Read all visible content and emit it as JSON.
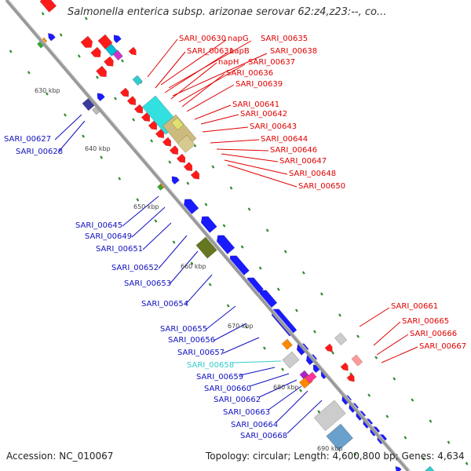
{
  "title": "Salmonella enterica subsp. arizonae serovar 62:z4,z23:--, co...",
  "footer": {
    "accession": "Accession: NC_010067",
    "summary": "Topology: circular; Length: 4,600,800 bp; Genes: 4,634"
  },
  "colors": {
    "forward_gene": "#ff1a1a",
    "reverse_gene": "#1a1aff",
    "highlight_gene": "#33cccc",
    "backbone": "#999999",
    "ticks": "#2e8b2e"
  },
  "tick_labels": [
    "630 kbp",
    "640 kbp",
    "650 kbp",
    "660 kbp",
    "670 kbp",
    "680 kbp",
    "690 kbp"
  ],
  "labels": [
    {
      "text": "SARI_00630",
      "color": "#e00000"
    },
    {
      "text": "napG",
      "color": "#e00000"
    },
    {
      "text": "SARI_00635",
      "color": "#e00000"
    },
    {
      "text": "SARI_00631",
      "color": "#e00000"
    },
    {
      "text": "napB",
      "color": "#e00000"
    },
    {
      "text": "SARI_00638",
      "color": "#e00000"
    },
    {
      "text": "napH",
      "color": "#e00000"
    },
    {
      "text": "SARI_00637",
      "color": "#e00000"
    },
    {
      "text": "SARI_00636",
      "color": "#e00000"
    },
    {
      "text": "SARI_00639",
      "color": "#e00000"
    },
    {
      "text": "SARI_00641",
      "color": "#e00000"
    },
    {
      "text": "SARI_00642",
      "color": "#e00000"
    },
    {
      "text": "SARI_00643",
      "color": "#e00000"
    },
    {
      "text": "SARI_00644",
      "color": "#e00000"
    },
    {
      "text": "SARI_00646",
      "color": "#e00000"
    },
    {
      "text": "SARI_00647",
      "color": "#e00000"
    },
    {
      "text": "SARI_00648",
      "color": "#e00000"
    },
    {
      "text": "SARI_00650",
      "color": "#e00000"
    },
    {
      "text": "SARI_00627",
      "color": "#1010c0"
    },
    {
      "text": "SARI_00628",
      "color": "#1010c0"
    },
    {
      "text": "SARI_00645",
      "color": "#1010c0"
    },
    {
      "text": "SARI_00649",
      "color": "#1010c0"
    },
    {
      "text": "SARI_00651",
      "color": "#1010c0"
    },
    {
      "text": "SARI_00652",
      "color": "#1010c0"
    },
    {
      "text": "SARI_00653",
      "color": "#1010c0"
    },
    {
      "text": "SARI_00654",
      "color": "#1010c0"
    },
    {
      "text": "SARI_00655",
      "color": "#1010c0"
    },
    {
      "text": "SARI_00656",
      "color": "#1010c0"
    },
    {
      "text": "SARI_00657",
      "color": "#1010c0"
    },
    {
      "text": "SARI_00658",
      "color": "#33cccc"
    },
    {
      "text": "SARI_00659",
      "color": "#1010c0"
    },
    {
      "text": "SARI_00660",
      "color": "#1010c0"
    },
    {
      "text": "SARI_00662",
      "color": "#1010c0"
    },
    {
      "text": "SARI_00663",
      "color": "#1010c0"
    },
    {
      "text": "SARI_00664",
      "color": "#1010c0"
    },
    {
      "text": "SARI_00668",
      "color": "#1010c0"
    },
    {
      "text": "SARI_00661",
      "color": "#e00000"
    },
    {
      "text": "SARI_00665",
      "color": "#e00000"
    },
    {
      "text": "SARI_00666",
      "color": "#e00000"
    },
    {
      "text": "SARI_00667",
      "color": "#e00000"
    }
  ]
}
